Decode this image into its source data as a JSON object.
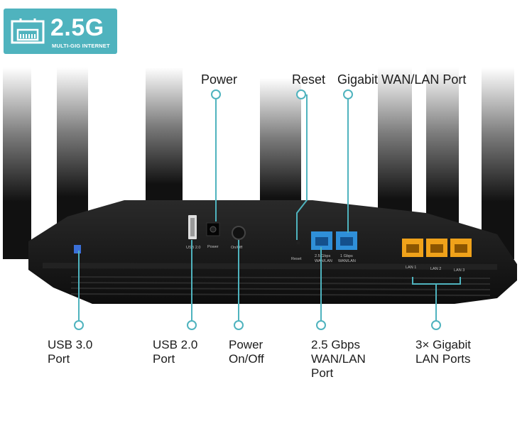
{
  "badge": {
    "speed": "2.5G",
    "subtitle": "MULTI-GIG INTERNET",
    "color": "#4fb3be",
    "icon": "ethernet-port-icon"
  },
  "callouts_top": {
    "power": "Power",
    "reset": "Reset",
    "gigabit_wan_lan": "Gigabit WAN/LAN Port"
  },
  "callouts_bottom": {
    "usb3": [
      "USB 3.0",
      "Port"
    ],
    "usb2": [
      "USB 2.0",
      "Port"
    ],
    "power_onoff": [
      "Power",
      "On/Off"
    ],
    "wan_lan_25": [
      "2.5 Gbps",
      "WAN/LAN",
      "Port"
    ],
    "lan_ports": [
      "3× Gigabit",
      "LAN Ports"
    ]
  },
  "device_labels": {
    "usb20": "USB 2.0",
    "power": "Power",
    "onoff": "On/Off",
    "reset": "Reset",
    "wan25": [
      "2.5 Gbps",
      "WAN/LAN"
    ],
    "wan1g": [
      "1 Gbps",
      "WAN/LAN"
    ],
    "lan1": "LAN 1",
    "lan2": "LAN 2",
    "lan3": "LAN 3"
  },
  "colors": {
    "accent": "#4fb3be",
    "wan_port": "#2f8fd8",
    "lan_port": "#f0a21a",
    "device_body": "#141414"
  }
}
